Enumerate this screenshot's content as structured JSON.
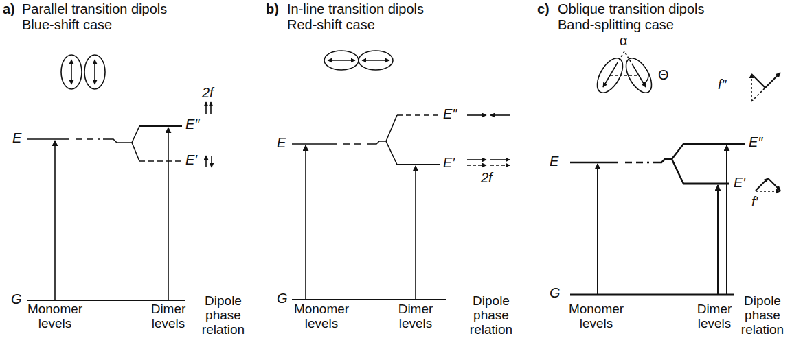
{
  "diagram": {
    "labels": [
      "a)",
      "Parallel transition dipols",
      "Blue-shift case",
      "2f",
      "E",
      "E″",
      "E′",
      "G",
      "Monomer levels",
      "Dimer levels",
      "Dipole phase relation",
      "b)",
      "In-line transition dipols",
      "Red-shift case",
      "E",
      "E″",
      "E′",
      "2f",
      "G",
      "Monomer levels",
      "Dimer levels",
      "Dipole phase relation",
      "c)",
      "Oblique transition dipols",
      "Band-splitting case",
      "α",
      "Θ",
      "f″",
      "E",
      "E″",
      "E′",
      "f′",
      "G",
      "Monomer levels",
      "Dimer levels",
      "Dipole phase relation"
    ]
  }
}
